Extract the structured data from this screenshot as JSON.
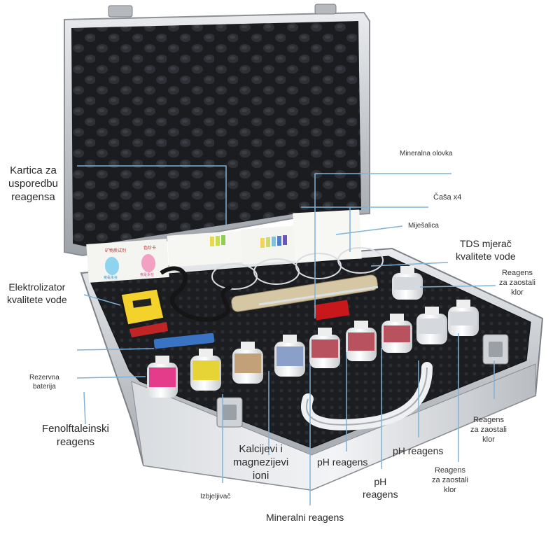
{
  "labels": {
    "comparison_card": "Kartica za\nusporedbu\nreagensa",
    "electrolyzer": "Elektrolizator\nkvalitete vode",
    "spare_battery": "Rezervna\nbaterija",
    "phenolphthalein": "Fenolftaleinski\nreagens",
    "calcium_magnesium": "Kalcijevi i\nmagnezijevi\nioni",
    "dropper": "Izbjeljivač",
    "mineral_reagent": "Mineralni reagens",
    "ph_reagent_1": "pH reagens",
    "ph_reagent_2": "pH\nreagens",
    "ph_reagent_3": "pH reagens",
    "chlorine_1": "Reagens\nza zaostali\nklor",
    "chlorine_2": "Reagens\nza zaostali\nklor",
    "chlorine_3": "Reagens\nza zaostali\nklor",
    "mineral_pen": "Mineralna olovka",
    "cup": "Čaša x4",
    "stirrer": "Miješalica",
    "tds_meter": "TDS mjerač\nkvalitete vode"
  },
  "props": {
    "card_title_1": "矿物质试剂",
    "card_title_2": "色阶卡",
    "card_caption_1": "夜是永在",
    "card_caption_2": "夜是永在"
  },
  "colors": {
    "callout": "#7fb2d8",
    "case_metal": "#c9ccd0",
    "foam": "#1e1f22"
  }
}
